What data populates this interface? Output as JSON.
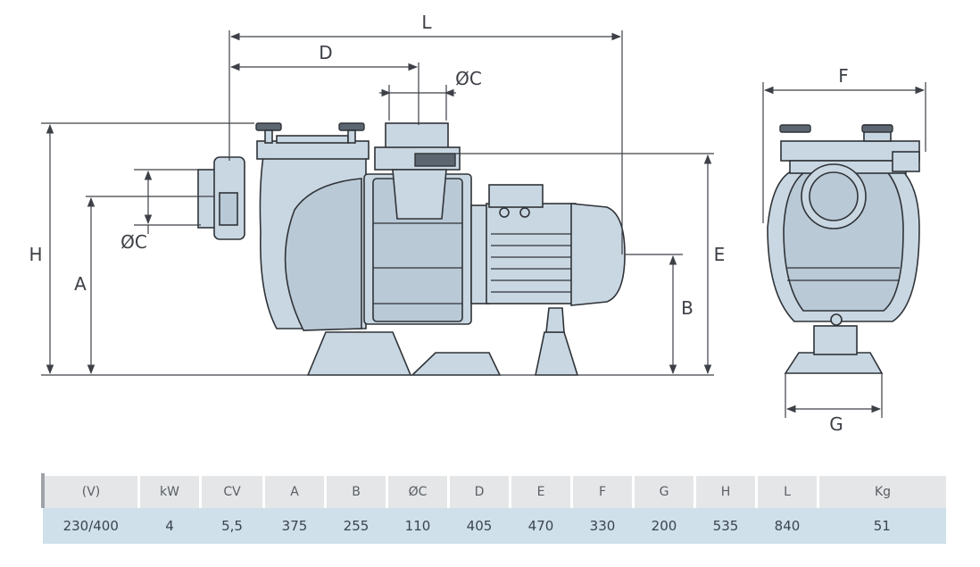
{
  "dimension_labels": {
    "L": "L",
    "D": "D",
    "C_top": "ØC",
    "C_side": "ØC",
    "H": "H",
    "A": "A",
    "E": "E",
    "B": "B",
    "F": "F",
    "G": "G"
  },
  "spec_table": {
    "headers": [
      "(V)",
      "kW",
      "CV",
      "A",
      "B",
      "ØC",
      "D",
      "E",
      "F",
      "G",
      "H",
      "L",
      "Kg"
    ],
    "values": [
      "230/400",
      "4",
      "5,5",
      "375",
      "255",
      "110",
      "405",
      "470",
      "330",
      "200",
      "535",
      "840",
      "51"
    ]
  }
}
